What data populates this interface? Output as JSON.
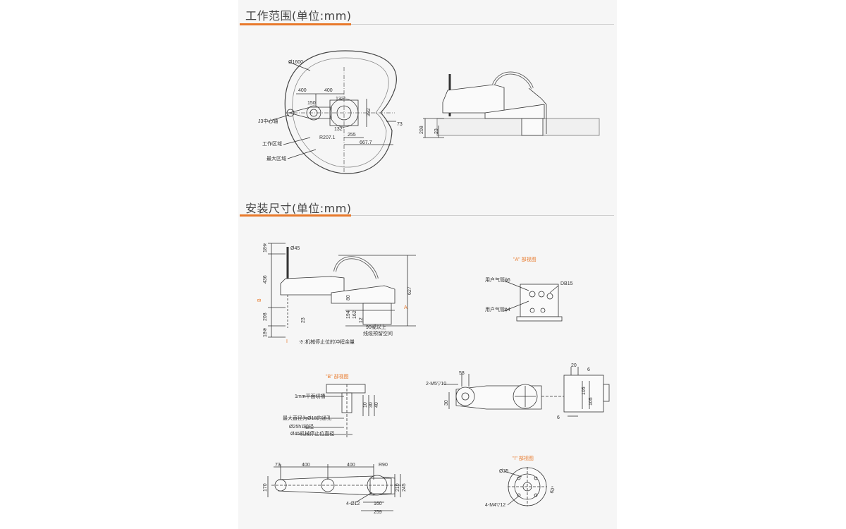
{
  "sections": {
    "work_range_title": "工作范围(单位:mm)",
    "install_title": "安装尺寸(单位:mm)"
  },
  "colors": {
    "accent": "#e8792b",
    "panel": "#f6f6f6",
    "line": "#333333"
  },
  "work_range": {
    "diam_1600": "Ø1600",
    "dim_400_a": "400",
    "dim_400_b": "400",
    "dim_150": "150",
    "dim_132_a": "132°",
    "dim_132_b": "132°",
    "dim_392": "392",
    "dim_255": "255",
    "dim_r207": "R207.1",
    "dim_667": "667.7",
    "dim_73": "73",
    "label_j3": "J3中心轴",
    "label_work": "工作区域",
    "label_max": "最大区域",
    "side_208": "208",
    "side_23": "23"
  },
  "install": {
    "diam_45": "Ø45",
    "dim_18_top": "18※",
    "dim_436": "436",
    "dim_208": "208",
    "dim_18_bot": "18※",
    "dim_23": "23",
    "dim_80": "80",
    "dim_194": "194",
    "dim_162": "162",
    "dim_12": "12",
    "dim_627": "627",
    "label_b": "B",
    "label_i": "I",
    "label_a": "A",
    "label_90": "90或以上",
    "label_cable": "线缆预留空间",
    "footnote": "※:机械停止位的冲程余量",
    "view_a_title": "\"A\" 部视图",
    "air_6": "用户气管ϕ6",
    "air_4": "用户气管ϕ4",
    "db15": "DB15",
    "view_b_title": "\"B\" 部视图",
    "cut_1mm": "1mm平面切槽",
    "max_hole": "最大直径为Ø18的通孔",
    "shaft_25": "Ø25h7轴径",
    "stop_45": "Ø45机械停止位直径",
    "b_dim_10": "10",
    "b_dim_30": "30",
    "b_dim_40": "40",
    "top_dim_58": "58",
    "top_m5": "2-M5▽10",
    "top_30": "30",
    "top_20": "20",
    "top_6a": "6",
    "top_105a": "105",
    "top_105b": "105",
    "top_6b": "6",
    "bot_73": "73",
    "bot_400a": "400",
    "bot_400b": "400",
    "bot_r90": "R90",
    "bot_170": "170",
    "bot_210": "210",
    "bot_245": "245",
    "bot_160": "160",
    "bot_259": "259",
    "bot_4d12": "4-Ø12",
    "view_i_title": "\"I\" 部视图",
    "i_d35": "Ø35",
    "i_60": "60°",
    "i_m4": "4-M4▽12"
  }
}
